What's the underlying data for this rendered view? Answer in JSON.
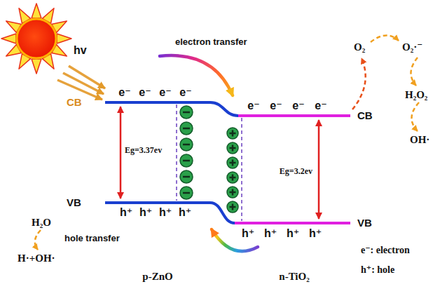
{
  "diagram": {
    "labels": [
      "hv",
      "CB",
      "VB",
      "e⁻",
      "e⁻",
      "e⁻",
      "e⁻",
      "Eg=3.37ev",
      "h⁺",
      "h⁺",
      "h⁺",
      "h⁺",
      "H₂O",
      "hole transfer",
      "H·+OH·",
      "electron transfer",
      "e⁻",
      "e⁻",
      "e⁻",
      "e⁻",
      "CB",
      "Eg=3.2ev",
      "VB",
      "h⁺",
      "h⁺",
      "h⁺",
      "h⁺",
      "O₂",
      "O₂·⁻",
      "H₂O₂",
      "OH·",
      "e⁻: electron",
      "h⁺: hole",
      "p-ZnO",
      "n-TiO₂"
    ]
  }
}
